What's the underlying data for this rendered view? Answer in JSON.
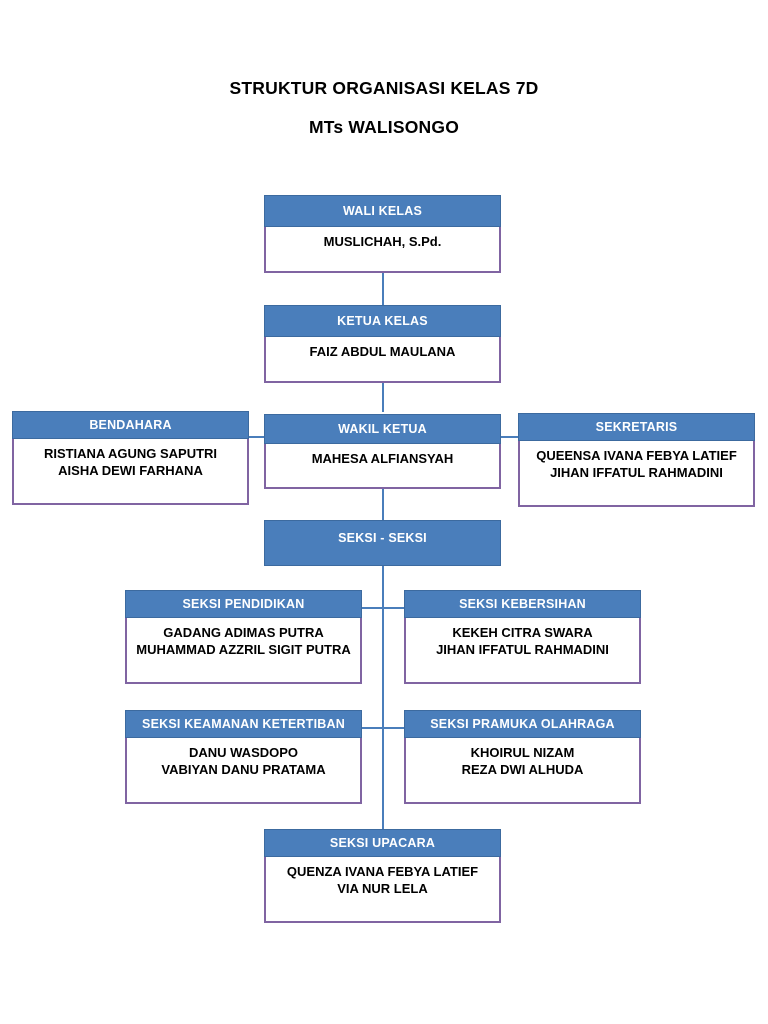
{
  "title": {
    "line1": "STRUKTUR ORGANISASI KELAS 7D",
    "line2": "MTs WALISONGO"
  },
  "colors": {
    "header_blue": "#4a7ebb",
    "header_border": "#3c6a9f",
    "body_border": "#8064a2",
    "header_text": "#ffffff",
    "body_text": "#000000",
    "connector": "#4a7ebb",
    "page_background": "#ffffff"
  },
  "nodes": {
    "wali_kelas": {
      "header": "WALI KELAS",
      "body": "MUSLICHAH, S.Pd."
    },
    "ketua_kelas": {
      "header": "KETUA KELAS",
      "body": "FAIZ ABDUL MAULANA"
    },
    "bendahara": {
      "header": "BENDAHARA",
      "body": "RISTIANA AGUNG SAPUTRI\nAISHA DEWI FARHANA"
    },
    "wakil_ketua": {
      "header": "WAKIL KETUA",
      "body": "MAHESA ALFIANSYAH"
    },
    "sekretaris": {
      "header": "SEKRETARIS",
      "body": "QUEENSA IVANA FEBYA LATIEF\nJIHAN IFFATUL RAHMADINI"
    },
    "seksi_seksi": {
      "header": "SEKSI - SEKSI",
      "body": ""
    },
    "seksi_pendidikan": {
      "header": "SEKSI PENDIDIKAN",
      "body": "GADANG ADIMAS PUTRA\nMUHAMMAD AZZRIL SIGIT PUTRA"
    },
    "seksi_kebersihan": {
      "header": "SEKSI KEBERSIHAN",
      "body": "KEKEH CITRA SWARA\nJIHAN IFFATUL RAHMADINI"
    },
    "seksi_keamanan": {
      "header": "SEKSI KEAMANAN KETERTIBAN",
      "body": "DANU WASDOPO\nVABIYAN DANU PRATAMA"
    },
    "seksi_pramuka": {
      "header": "SEKSI PRAMUKA OLAHRAGA",
      "body": "KHOIRUL NIZAM\nREZA DWI ALHUDA"
    },
    "seksi_upacara": {
      "header": "SEKSI UPACARA",
      "body": "QUENZA IVANA FEBYA LATIEF\nVIA NUR LELA"
    }
  }
}
